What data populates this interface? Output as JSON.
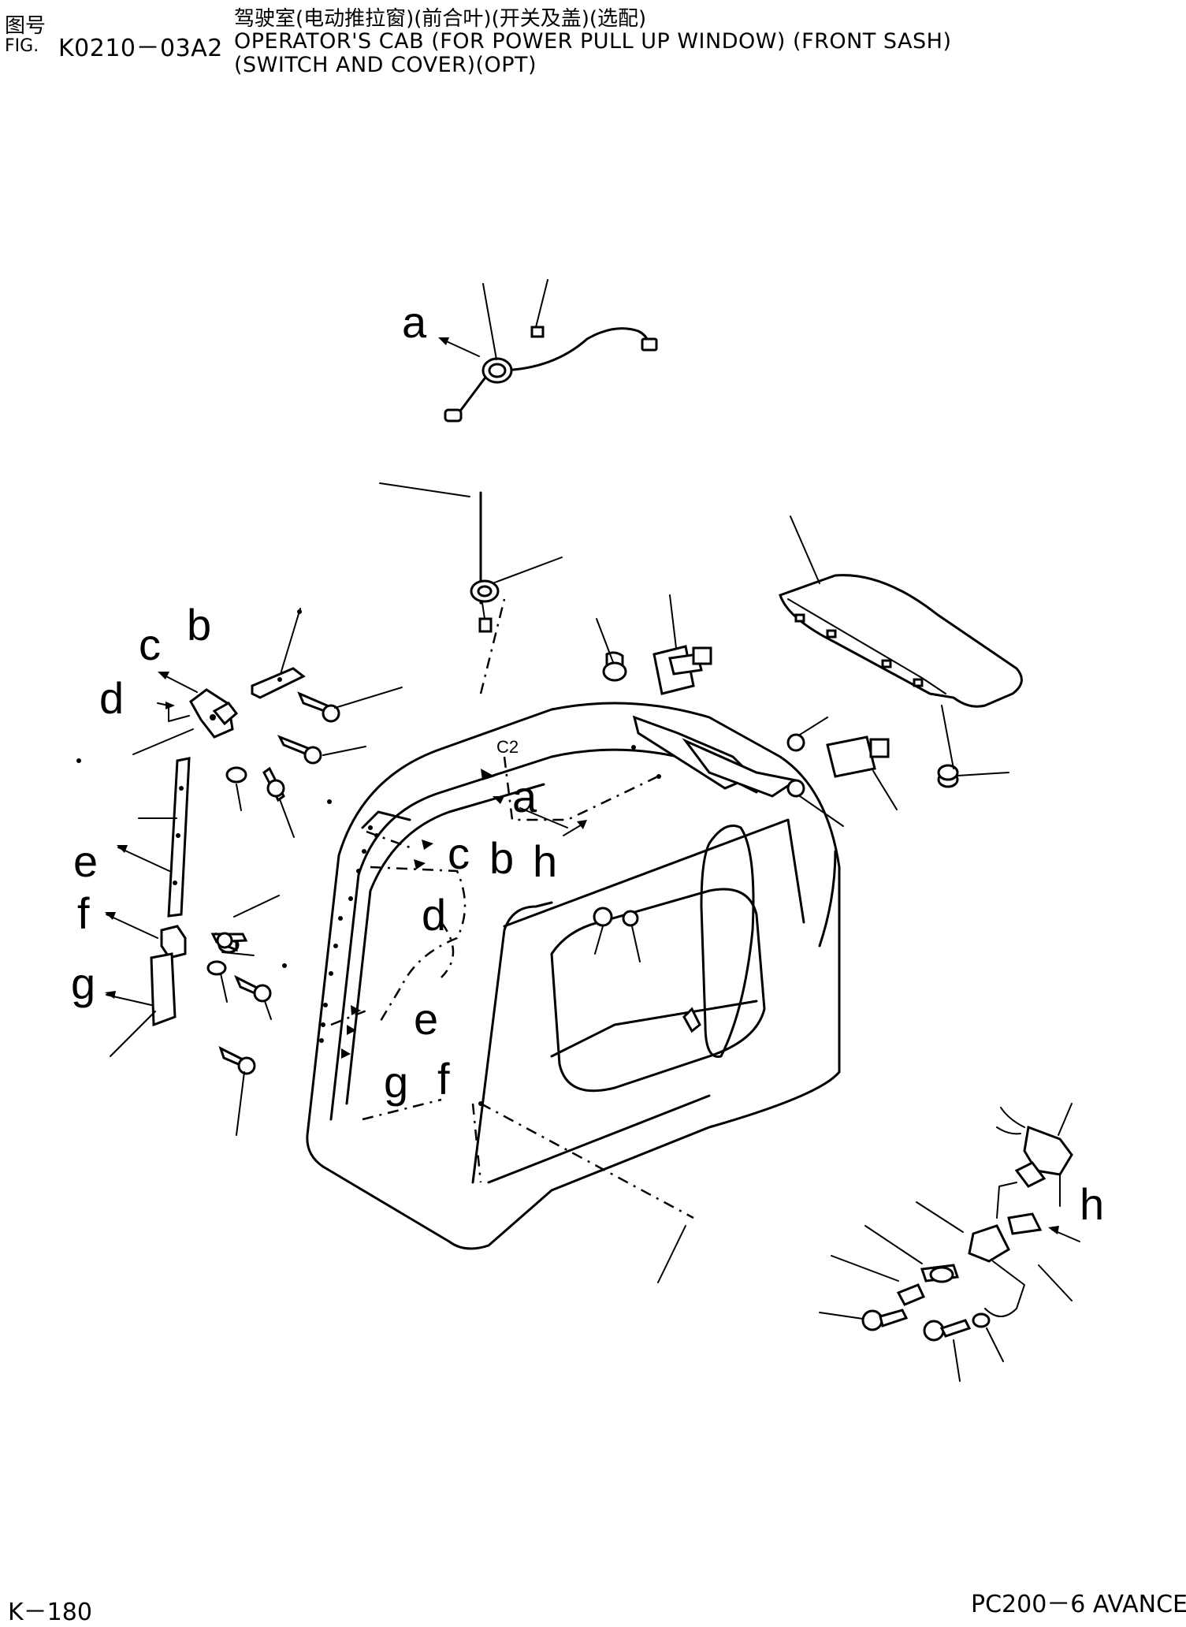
{
  "header": {
    "fig_label_cn": "图号",
    "fig_label_en": "FIG.",
    "fig_number": "K0210－03A2",
    "title_cn": "驾驶室(电动推拉窗)(前合叶)(开关及盖)(选配)",
    "title_en_line1": "OPERATOR'S CAB (FOR POWER PULL UP WINDOW) (FRONT SASH)",
    "title_en_line2": "(SWITCH AND COVER)(OPT)"
  },
  "footer": {
    "page": "K－180",
    "model": "PC200－6 AVANCE"
  },
  "callouts": {
    "a": "a",
    "b": "b",
    "c": "c",
    "d": "d",
    "e": "e",
    "f": "f",
    "g": "g",
    "h": "h",
    "cab_mark": "C2"
  }
}
